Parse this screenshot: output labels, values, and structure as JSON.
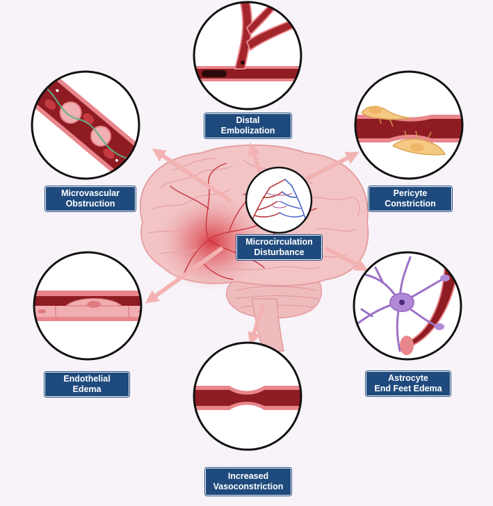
{
  "colors": {
    "background": "#f7f3f8",
    "label_fill": "#1f4a7d",
    "label_text": "#ffffff",
    "vessel_dark": "#8e1c22",
    "vessel_wall": "#e8868b",
    "arrow": "#f3b2b2",
    "brain": "#f2c4c6",
    "brain_hotspot": "#d8373f",
    "pericyte": "#f6c983",
    "astrocyte": "#9b71c5",
    "vein": "#4c65c8"
  },
  "labels": {
    "distal": [
      "Distal",
      "Embolization"
    ],
    "micro_obstruction": [
      "Microvascular",
      "Obstruction"
    ],
    "pericyte": [
      "Pericyte",
      "Constriction"
    ],
    "center": [
      "Microcirculation",
      "Disturbance"
    ],
    "endothelial": [
      "Endothelial",
      "Edema"
    ],
    "astrocyte": [
      "Astrocyte",
      "End Feet Edema"
    ],
    "vasoconstriction": [
      "Increased",
      "Vasoconstriction"
    ]
  },
  "icons": {
    "center": "capillary-network-icon",
    "brain": "brain-illustration"
  }
}
